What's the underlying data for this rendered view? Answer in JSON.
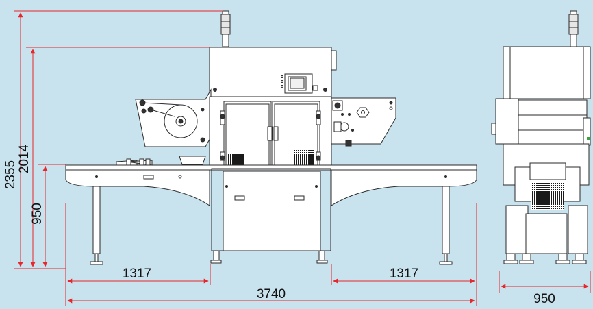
{
  "dimensions": {
    "total_height": "2355",
    "frame_height": "2014",
    "table_height": "950",
    "left_section": "1317",
    "right_section": "1317",
    "total_length": "3740",
    "side_width": "950"
  },
  "colors": {
    "background": "#c9e3ee",
    "dimension": "#e8262b",
    "outline": "#2a2a2a",
    "panel": "#ffffff",
    "mesh": "#1a1a1a",
    "light_green": "#3aa33a"
  }
}
